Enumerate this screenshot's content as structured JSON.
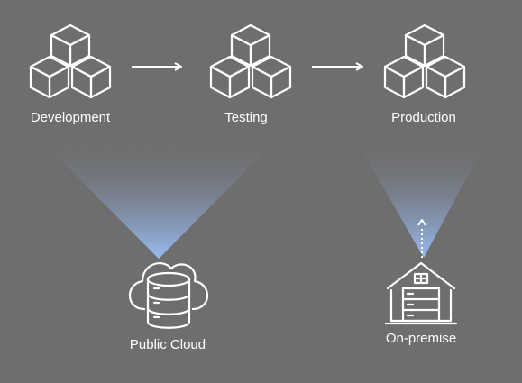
{
  "stages": [
    {
      "id": "development",
      "label": "Development",
      "icon": "cubes-icon"
    },
    {
      "id": "testing",
      "label": "Testing",
      "icon": "cubes-icon"
    },
    {
      "id": "production",
      "label": "Production",
      "icon": "cubes-icon"
    }
  ],
  "sources": [
    {
      "id": "public-cloud",
      "label": "Public Cloud",
      "icon": "cloud-database-icon"
    },
    {
      "id": "on-premise",
      "label": "On-premise",
      "icon": "datacenter-building-icon"
    }
  ],
  "colors": {
    "background": "#6e6e6e",
    "icon_stroke": "#ffffff",
    "beam_light": "#9bbcf5"
  }
}
